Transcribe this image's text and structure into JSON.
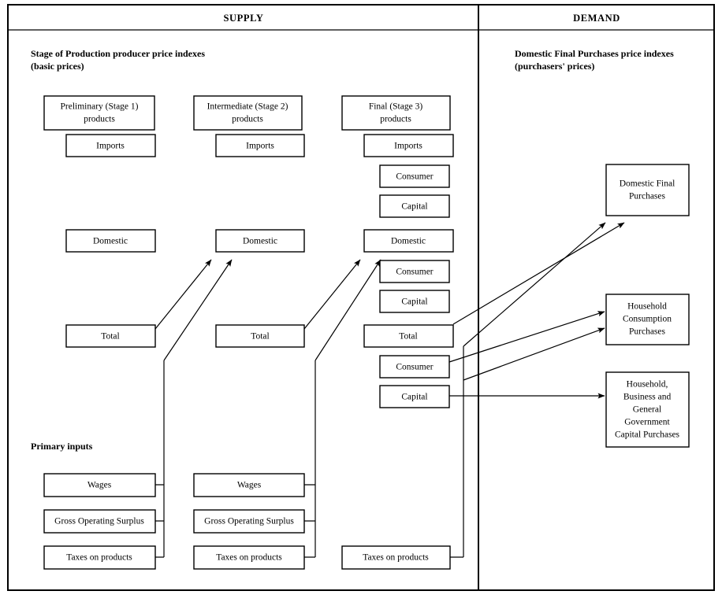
{
  "frame": {
    "outer_border_color": "#000000",
    "divider_color": "#000000"
  },
  "headers": {
    "supply": "SUPPLY",
    "demand": "DEMAND"
  },
  "captions": {
    "supply_line1": "Stage of Production producer price indexes",
    "supply_line2": "(basic prices)",
    "demand_line1": "Domestic Final Purchases price indexes",
    "demand_line2": "(purchasers' prices)",
    "primary_inputs": "Primary inputs"
  },
  "stage1": {
    "title_line1": "Preliminary (Stage 1)",
    "title_line2": "products",
    "imports": "Imports",
    "domestic": "Domestic",
    "total": "Total",
    "wages": "Wages",
    "gross_operating_surplus": "Gross Operating Surplus",
    "taxes_on_products": "Taxes on products"
  },
  "stage2": {
    "title_line1": "Intermediate (Stage 2)",
    "title_line2": "products",
    "imports": "Imports",
    "domestic": "Domestic",
    "total": "Total",
    "wages": "Wages",
    "gross_operating_surplus": "Gross Operating Surplus",
    "taxes_on_products": "Taxes on products"
  },
  "stage3": {
    "title_line1": "Final (Stage 3)",
    "title_line2": "products",
    "imports": "Imports",
    "imports_consumer": "Consumer",
    "imports_capital": "Capital",
    "domestic": "Domestic",
    "domestic_consumer": "Consumer",
    "domestic_capital": "Capital",
    "total": "Total",
    "total_consumer": "Consumer",
    "total_capital": "Capital",
    "taxes_on_products": "Taxes on products"
  },
  "demand_boxes": {
    "domestic_final_purchases_line1": "Domestic Final",
    "domestic_final_purchases_line2": "Purchases",
    "household_consumption_line1": "Household",
    "household_consumption_line2": "Consumption",
    "household_consumption_line3": "Purchases",
    "capital_purchases_line1": "Household,",
    "capital_purchases_line2": "Business and",
    "capital_purchases_line3": "General",
    "capital_purchases_line4": "Government",
    "capital_purchases_line5": "Capital Purchases"
  }
}
